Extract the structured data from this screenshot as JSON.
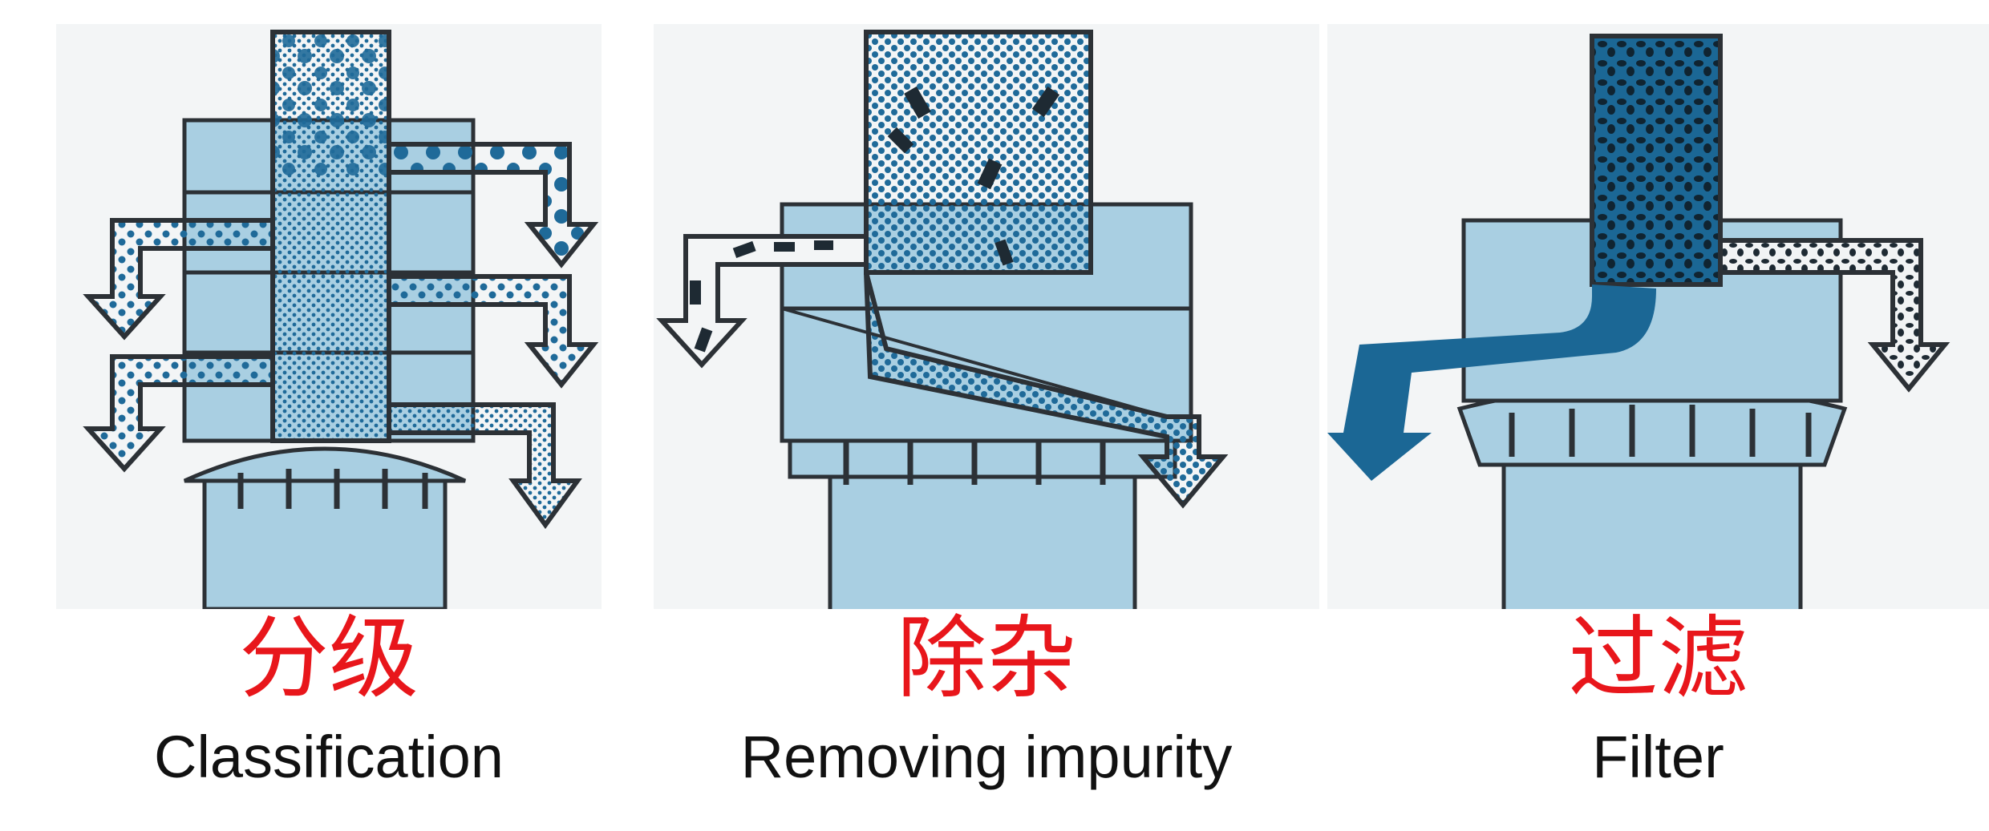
{
  "colors": {
    "casing": "#a9cfe2",
    "outline": "#2c3136",
    "particle": "#1f6a99",
    "liquid": "#1b6795",
    "dark_solid": "#1d3d52",
    "chinese_label": "#e8161b",
    "english_label": "#111111"
  },
  "panels": [
    {
      "zh": "分级",
      "en": "Classification"
    },
    {
      "zh": "除杂",
      "en": "Removing impurity"
    },
    {
      "zh": "过滤",
      "en": "Filter"
    }
  ]
}
